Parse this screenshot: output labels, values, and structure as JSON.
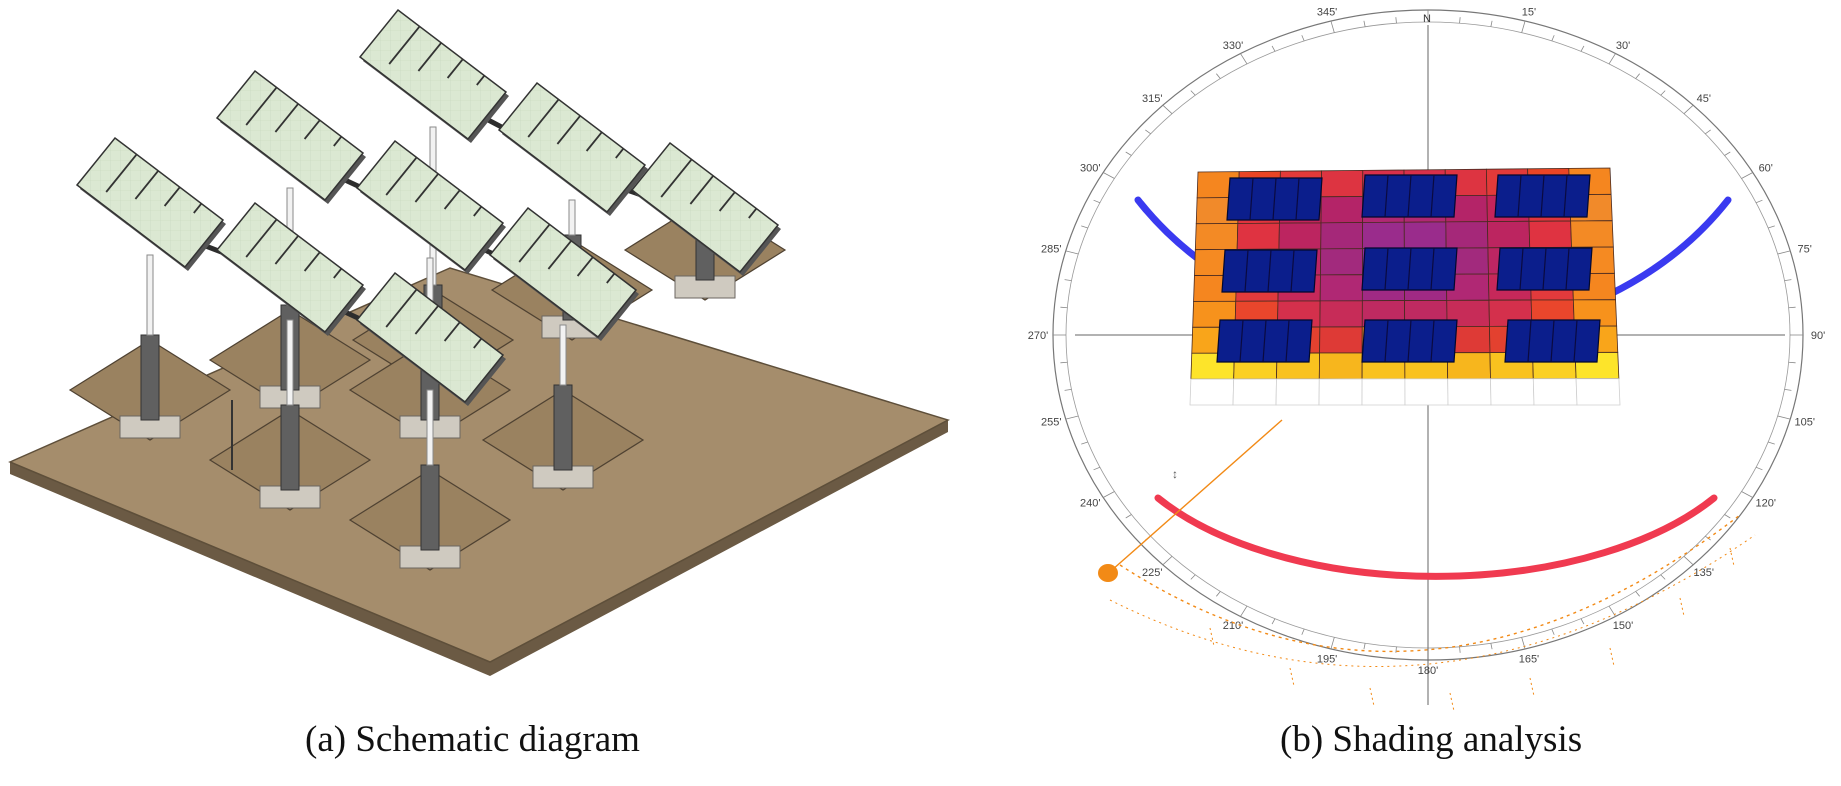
{
  "panels": [
    {
      "id": "a",
      "caption": "(a) Schematic diagram"
    },
    {
      "id": "b",
      "caption": "(b) Shading analysis"
    }
  ],
  "compass": {
    "north": "N",
    "angles": [
      "15'",
      "30'",
      "45'",
      "60'",
      "75'",
      "90'",
      "105'",
      "120'",
      "135'",
      "150'",
      "165'",
      "180'",
      "195'",
      "210'",
      "225'",
      "240'",
      "255'",
      "270'",
      "285'",
      "300'",
      "315'",
      "330'",
      "345'"
    ]
  },
  "colors": {
    "ground": "#a58d6c",
    "panel_face": "#dbe8d2",
    "tracker_panel": "#0b1e8c",
    "summer_path": "#3a3af0",
    "winter_path": "#f03a50",
    "sun_marker": "#f28a16"
  },
  "heatmap": {
    "rows": 9,
    "cols": 10,
    "cells": [
      [
        "#f5861f",
        "#ea4525",
        "#e23a39",
        "#dd3441",
        "#d8304a",
        "#d8304a",
        "#dd3441",
        "#e23a39",
        "#ea4525",
        "#f5861f"
      ],
      [
        "#f18a2a",
        "#e1353d",
        "#c4245a",
        "#b42468",
        "#b02873",
        "#b02873",
        "#b42468",
        "#c4245a",
        "#e1353d",
        "#f18a2a"
      ],
      [
        "#f38a25",
        "#df3341",
        "#bc2560",
        "#a52879",
        "#9a2c8c",
        "#9a2c8c",
        "#a52879",
        "#bc2560",
        "#df3341",
        "#f38a25"
      ],
      [
        "#f58a22",
        "#e03545",
        "#bc2663",
        "#a22a7d",
        "#8f2f99",
        "#8f2f99",
        "#a22a7d",
        "#bc2663",
        "#e03545",
        "#f58a22"
      ],
      [
        "#f5861f",
        "#e23a3c",
        "#c6285a",
        "#b02874",
        "#a02a84",
        "#a02a84",
        "#b02874",
        "#c6285a",
        "#e23a3c",
        "#f5861f"
      ],
      [
        "#f7921c",
        "#e9462c",
        "#d4304c",
        "#c72c58",
        "#bf2a61",
        "#bf2a61",
        "#c72c58",
        "#d4304c",
        "#e9462c",
        "#f7921c"
      ],
      [
        "#f9a51a",
        "#ef5a22",
        "#e3412f",
        "#de3a36",
        "#f08a1c",
        "#f08a1c",
        "#de3a36",
        "#e3412f",
        "#ef5a22",
        "#f9a51a"
      ],
      [
        "#fde42a",
        "#fbd023",
        "#f9c21f",
        "#f7b61d",
        "#f9c21f",
        "#f9c21f",
        "#f7b61d",
        "#f9c21f",
        "#fbd023",
        "#fde42a"
      ],
      [
        "#ffffff",
        "#ffffff",
        "#ffffff",
        "#ffffff",
        "#ffffff",
        "#ffffff",
        "#ffffff",
        "#ffffff",
        "#ffffff",
        "#ffffff"
      ]
    ]
  }
}
